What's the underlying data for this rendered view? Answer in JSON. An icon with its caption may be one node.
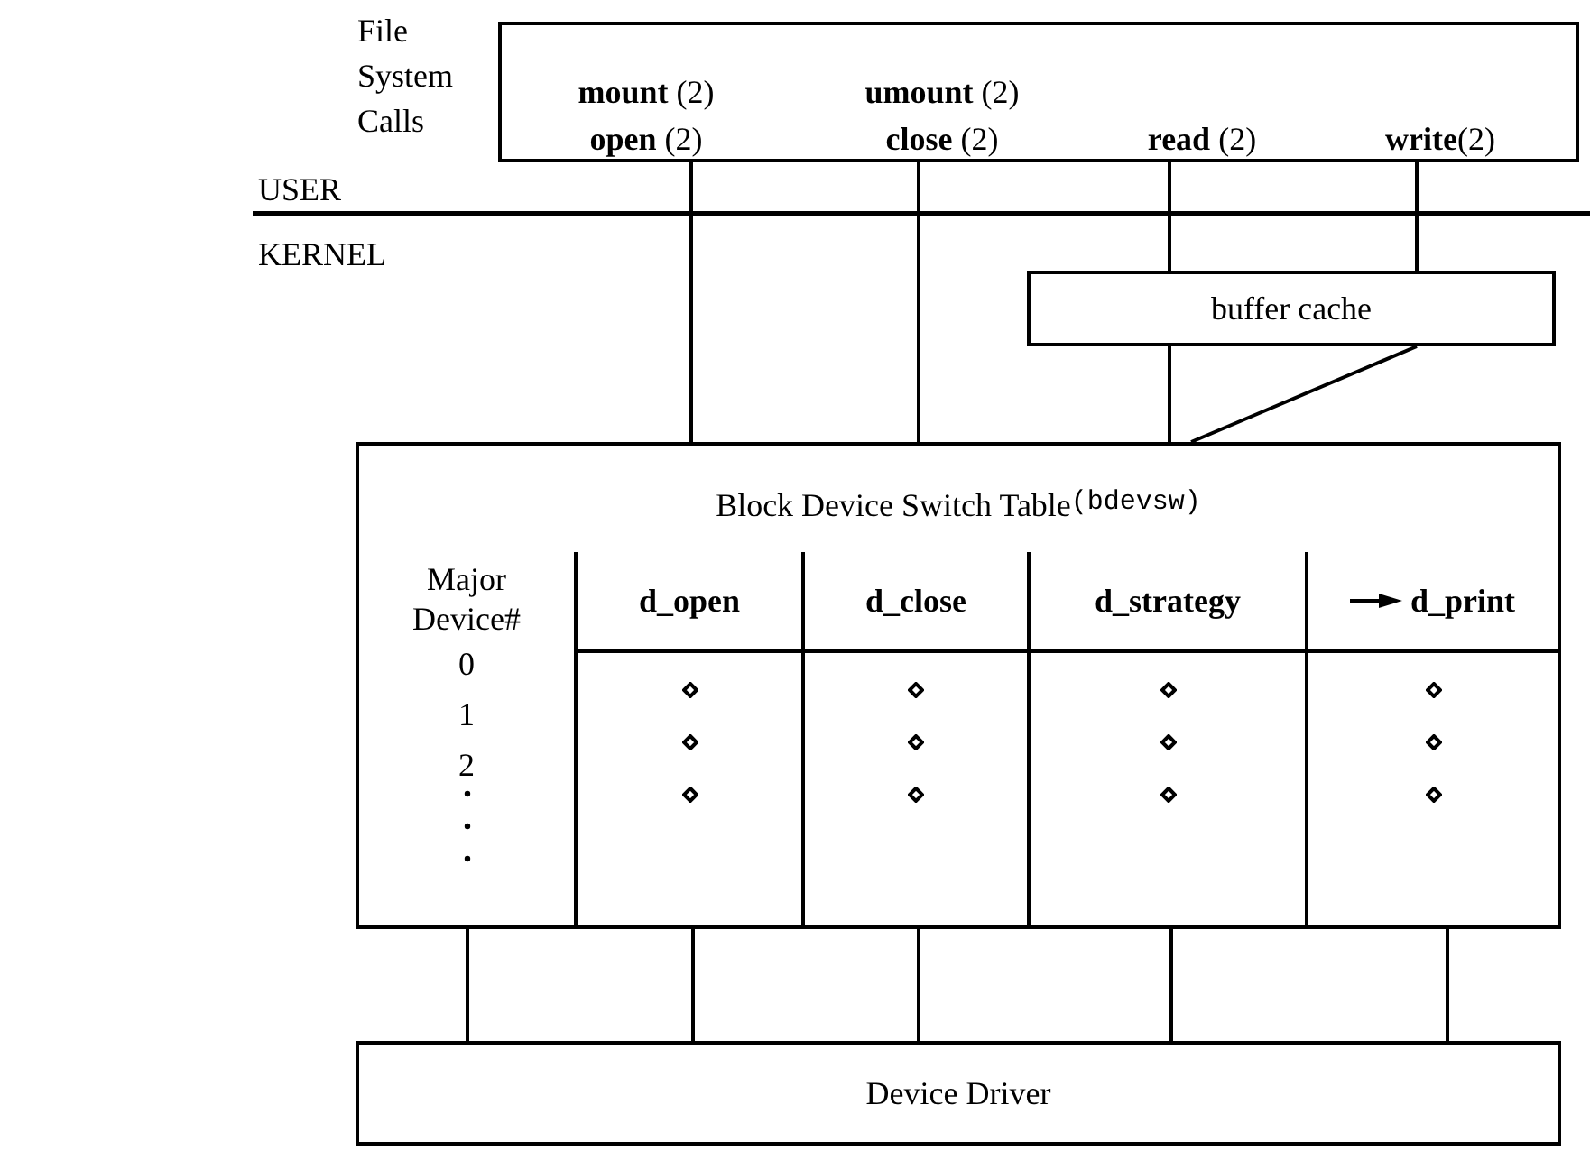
{
  "diagram": {
    "nodes": [
      {
        "text": [
          "File System Calls"
        ]
      },
      {
        "text": [
          "**mount** (2)",
          "**open** (2)"
        ],
        "in": 0
      },
      {
        "text": [
          "**umount** (2)",
          "**close** (2)"
        ],
        "in": 0
      },
      {
        "text": [
          "**read** (2)"
        ],
        "in": 0
      },
      {
        "text": [
          "**write**(2)"
        ],
        "in": 0
      },
      {
        "text": [
          "buffer cache"
        ]
      },
      {
        "text": [
          "Block Device Switch Table",
          "(bdevsw)"
        ]
      },
      {
        "text": [
          "Major Device#",
          "0",
          "1",
          "2"
        ],
        "in": 6
      },
      {
        "text": [
          "d_open"
        ],
        "in": 6
      },
      {
        "text": [
          "d_close"
        ],
        "in": 6
      },
      {
        "text": [
          "d_strategy"
        ],
        "in": 6
      },
      {
        "text": [
          "d_print"
        ],
        "in": 6
      },
      {
        "text": [
          "Device Driver"
        ]
      }
    ],
    "edges": [
      {
        "from": 1,
        "to": 6,
        "arrow": "none"
      },
      {
        "from": 2,
        "to": 6,
        "arrow": "none"
      },
      {
        "from": 3,
        "to": 5,
        "arrow": "none"
      },
      {
        "from": 4,
        "to": 5,
        "arrow": "none"
      },
      {
        "from": 5,
        "to": 6,
        "arrow": "none"
      },
      {
        "from": 5,
        "to": 6,
        "arrow": "none"
      },
      {
        "from": 7,
        "to": 12,
        "arrow": "none"
      },
      {
        "from": 8,
        "to": 12,
        "arrow": "none"
      },
      {
        "from": 9,
        "to": 12,
        "arrow": "none"
      },
      {
        "from": 10,
        "to": 12,
        "arrow": "none"
      },
      {
        "from": 11,
        "to": 12,
        "arrow": "none"
      }
    ],
    "labels": [
      "USER",
      "KERNEL"
    ]
  }
}
